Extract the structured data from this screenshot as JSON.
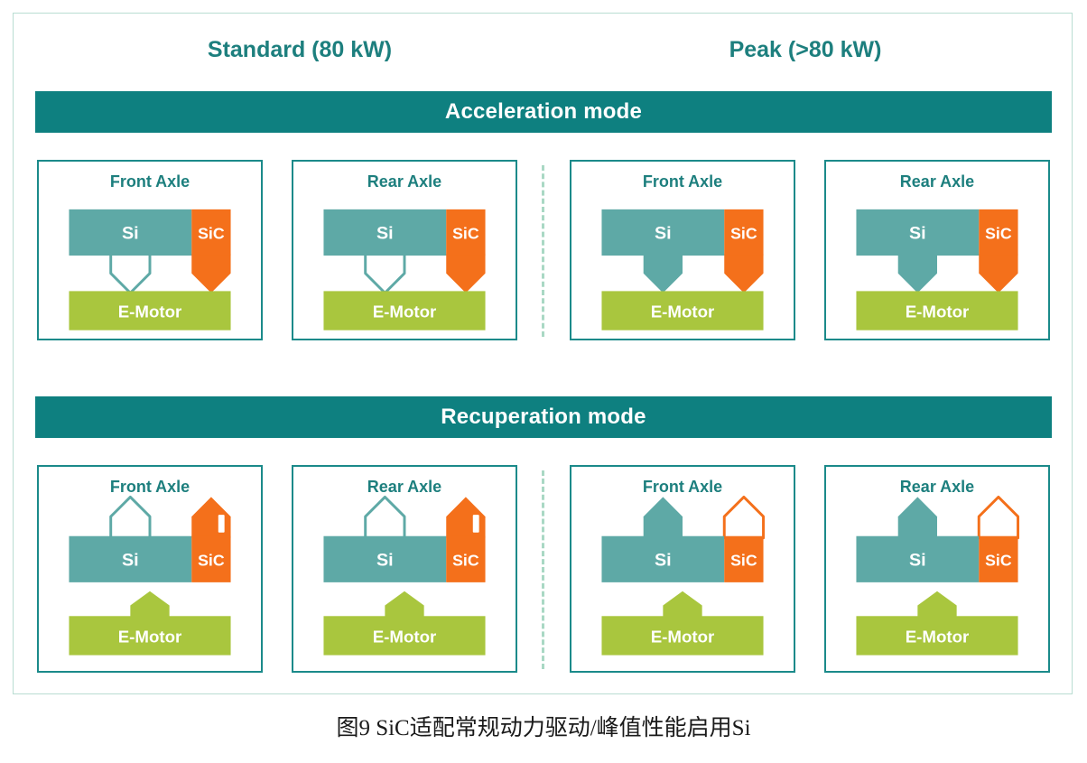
{
  "figure": {
    "caption": "图9  SiC适配常规动力驱动/峰值性能启用Si",
    "columns": [
      {
        "id": "standard",
        "label": "Standard (80 kW)"
      },
      {
        "id": "peak",
        "label": "Peak (>80 kW)"
      }
    ],
    "colors": {
      "banner_teal": "#0e8080",
      "title_teal": "#1d7f7e",
      "panel_border": "#1b8a8a",
      "si_block": "#5ea9a6",
      "sic_block": "#f4701b",
      "emotor_block": "#a9c63e",
      "frame_border": "#b9ddd2",
      "divider": "#a9d8c4",
      "label_text": "#ffffff",
      "hollow_fill": "#ffffff"
    },
    "block_labels": {
      "si": "Si",
      "sic": "SiC",
      "emotor": "E-Motor"
    },
    "modes": [
      {
        "id": "acceleration",
        "banner": "Acceleration mode",
        "flow_direction": "down",
        "panels": [
          {
            "column": "standard",
            "axle": "Front Axle",
            "si_arrow": "hollow",
            "sic_arrow": "filled",
            "emotor_arrow": "none"
          },
          {
            "column": "standard",
            "axle": "Rear Axle",
            "si_arrow": "hollow",
            "sic_arrow": "filled",
            "emotor_arrow": "none"
          },
          {
            "column": "peak",
            "axle": "Front Axle",
            "si_arrow": "filled",
            "sic_arrow": "filled",
            "emotor_arrow": "none"
          },
          {
            "column": "peak",
            "axle": "Rear Axle",
            "si_arrow": "filled",
            "sic_arrow": "filled",
            "emotor_arrow": "none"
          }
        ]
      },
      {
        "id": "recuperation",
        "banner": "Recuperation mode",
        "flow_direction": "up",
        "panels": [
          {
            "column": "standard",
            "axle": "Front Axle",
            "si_arrow": "hollow",
            "sic_arrow": "filled",
            "emotor_arrow": "filled"
          },
          {
            "column": "standard",
            "axle": "Rear Axle",
            "si_arrow": "hollow",
            "sic_arrow": "filled",
            "emotor_arrow": "filled"
          },
          {
            "column": "peak",
            "axle": "Front Axle",
            "si_arrow": "filled",
            "sic_arrow": "hollow",
            "emotor_arrow": "filled"
          },
          {
            "column": "peak",
            "axle": "Rear Axle",
            "si_arrow": "filled",
            "sic_arrow": "hollow",
            "emotor_arrow": "filled"
          }
        ]
      }
    ]
  }
}
